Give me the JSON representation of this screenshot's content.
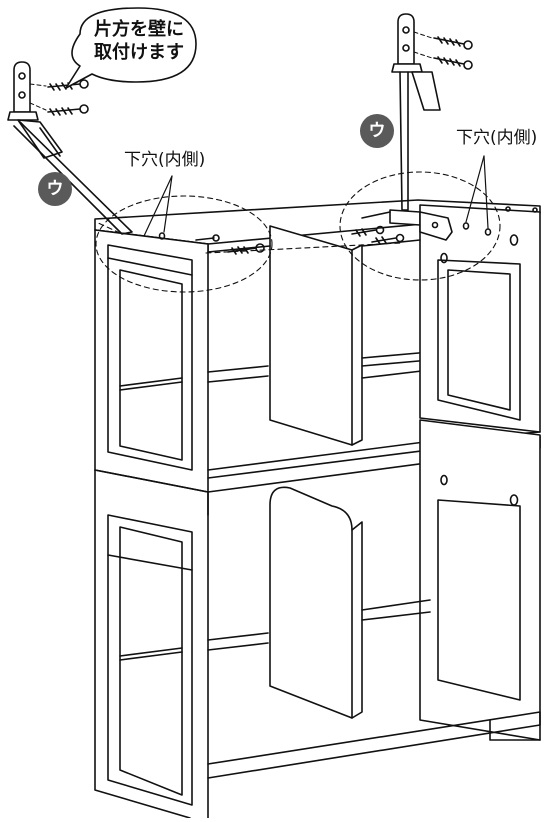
{
  "callout": {
    "line1": "片方を壁に",
    "line2": "取付けます"
  },
  "labels": {
    "pilot_hole_left": "下穴(内側)",
    "pilot_hole_right": "下穴(内側)"
  },
  "badges": {
    "left": "ウ",
    "right": "ウ"
  },
  "colors": {
    "line": "#111111",
    "badge": "#5a5a5a",
    "background": "#ffffff"
  }
}
